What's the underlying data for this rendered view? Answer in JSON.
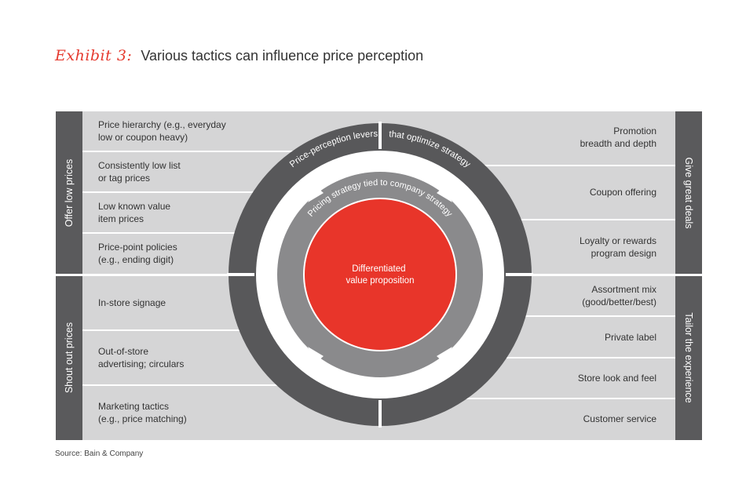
{
  "title": {
    "exhibit": "Exhibit 3:",
    "text": "Various tactics can influence price perception"
  },
  "groups": {
    "left_top": "Offer low prices",
    "left_bottom": "Shout out prices",
    "right_top": "Give great deals",
    "right_bottom": "Tailor the experience"
  },
  "left_items": [
    [
      "Price hierarchy (e.g., everyday",
      "low or coupon heavy)"
    ],
    [
      "Consistently low list",
      "or tag prices"
    ],
    [
      "Low known value",
      "item prices"
    ],
    [
      "Price-point policies",
      "(e.g., ending digit)"
    ],
    [
      "In-store signage"
    ],
    [
      "Out-of-store",
      "advertising; circulars"
    ],
    [
      "Marketing tactics",
      "(e.g., price matching)"
    ]
  ],
  "right_items": [
    [
      "Promotion",
      "breadth and depth"
    ],
    [
      "Coupon offering"
    ],
    [
      "Loyalty or rewards",
      "program design"
    ],
    [
      "Assortment mix",
      "(good/better/best)"
    ],
    [
      "Private label"
    ],
    [
      "Store look and feel"
    ],
    [
      "Customer service"
    ]
  ],
  "outer_ring": {
    "left": "Price-perception levers",
    "right": "that optimize strategy"
  },
  "inner_ring": "Pricing strategy tied to company strategy",
  "center": [
    "Differentiated",
    "value proposition"
  ],
  "source": "Source: Bain & Company",
  "colors": {
    "accent": "#e53a2f",
    "center": "#e8352a",
    "outer_ring": "#58585a",
    "inner_ring": "#8a8a8c",
    "panel": "#d5d5d6",
    "sidebar": "#5a5a5c"
  }
}
